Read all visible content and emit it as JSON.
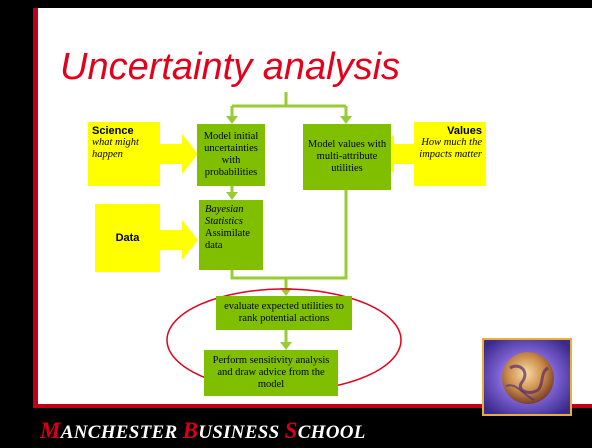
{
  "title": "Uncertainty analysis",
  "science": {
    "label": "Science",
    "sub": "what might happen"
  },
  "values": {
    "label": "Values",
    "sub": "How much the impacts matter"
  },
  "data_label": "Data",
  "boxes": {
    "model_initial": "Model initial uncertainties with probabilities",
    "model_values": "Model values with multi-attribute utilities",
    "bayes_italic": "Bayesian Statistics",
    "bayes_rest": "Assimilate data",
    "evaluate": "evaluate expected utilities to rank potential actions",
    "sensitivity": "Perform sensitivity analysis and draw advice from the model"
  },
  "footer": {
    "m": "M",
    "anchester": "ANCHESTER ",
    "b": "B",
    "usiness": "USINESS ",
    "s": "S",
    "chool": "CHOOL"
  },
  "colors": {
    "green": "#80bf00",
    "yellow": "#ffff00",
    "red": "#e3001b",
    "arrow": "#99cc33"
  },
  "icons": [
    "globe-logo"
  ]
}
